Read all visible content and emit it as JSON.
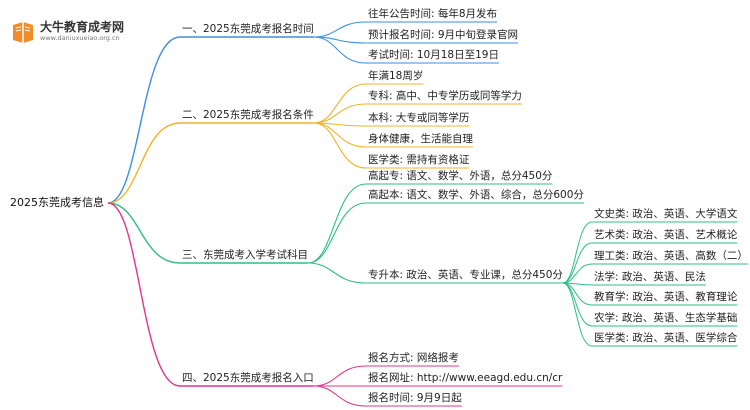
{
  "logo": {
    "title": "大牛教育成考网",
    "url": "www.daniuxueiao.org.cn"
  },
  "mindmap": {
    "root": "2025东莞成考信息",
    "branches": [
      {
        "label": "一、2025东莞成考报名时间",
        "color": "#3d8fe0",
        "children": [
          {
            "label": "往年公告时间: 每年8月发布"
          },
          {
            "label": "预计报名时间: 9月中旬登录官网"
          },
          {
            "label": "考试时间: 10月18日至19日"
          }
        ]
      },
      {
        "label": "二、2025东莞成考报名条件",
        "color": "#f0b429",
        "children": [
          {
            "label": "年满18周岁"
          },
          {
            "label": "专科: 高中、中专学历或同等学力"
          },
          {
            "label": "本科: 大专或同等学历"
          },
          {
            "label": "身体健康，生活能自理"
          },
          {
            "label": "医学类: 需持有资格证"
          }
        ]
      },
      {
        "label": "三、东莞成考入学考试科目",
        "color": "#2cbf83",
        "children": [
          {
            "label": "高起专: 语文、数学、外语，总分450分"
          },
          {
            "label": "高起本: 语文、数学、外语、综合，总分600分"
          },
          {
            "label": "专升本: 政治、英语、专业课，总分450分",
            "children": [
              {
                "label": "文史类: 政治、英语、大学语文"
              },
              {
                "label": "艺术类: 政治、英语、艺术概论"
              },
              {
                "label": "理工类: 政治、英语、高数（二）"
              },
              {
                "label": "法学: 政治、英语、民法"
              },
              {
                "label": "教育学: 政治、英语、教育理论"
              },
              {
                "label": "农学: 政治、英语、生态学基础"
              },
              {
                "label": "医学类: 政治、英语、医学综合"
              }
            ]
          }
        ]
      },
      {
        "label": "四、2025东莞成考报名入口",
        "color": "#e6348e",
        "children": [
          {
            "label": "报名方式: 网络报考"
          },
          {
            "label": "报名网址: http://www.eeagd.edu.cn/cr"
          },
          {
            "label": "报名时间: 9月9日起"
          }
        ]
      }
    ]
  }
}
